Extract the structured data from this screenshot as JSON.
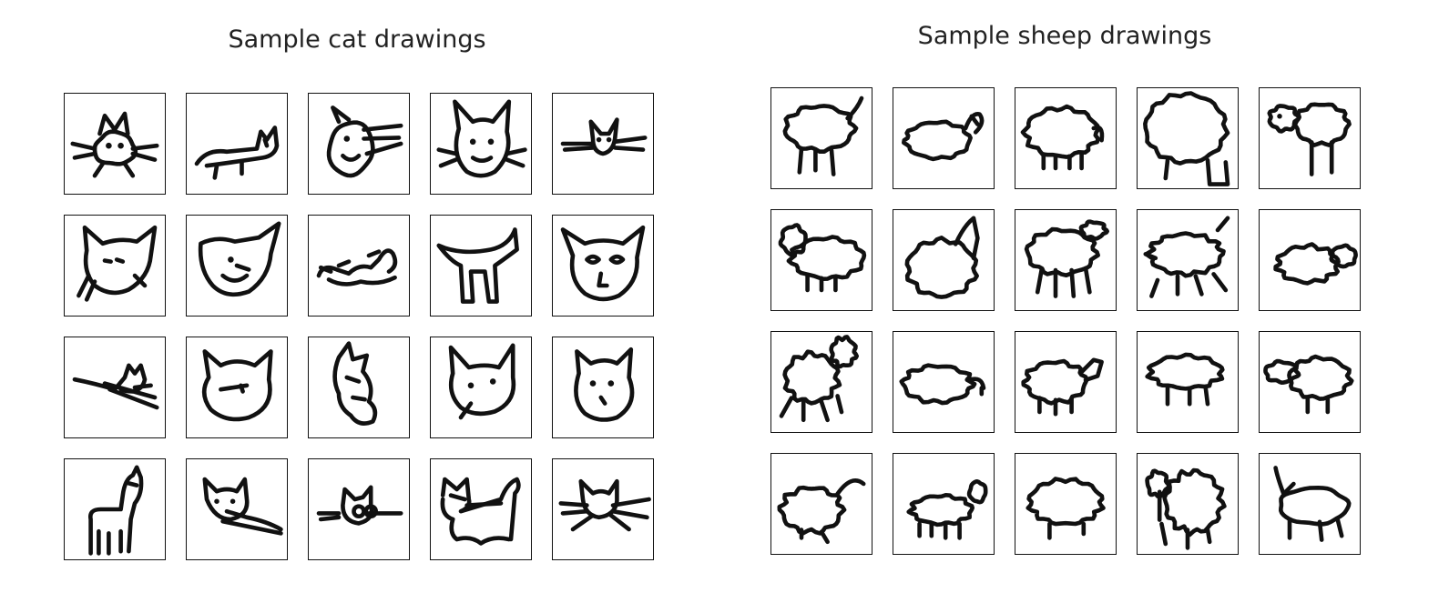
{
  "panels": [
    {
      "title": "Sample cat drawings",
      "subject": "cat",
      "rows": 4,
      "cols": 5
    },
    {
      "title": "Sample sheep drawings",
      "subject": "sheep",
      "rows": 4,
      "cols": 5
    }
  ],
  "colors": {
    "background": "#ffffff",
    "ink": "#111111",
    "frame": "#111111"
  }
}
